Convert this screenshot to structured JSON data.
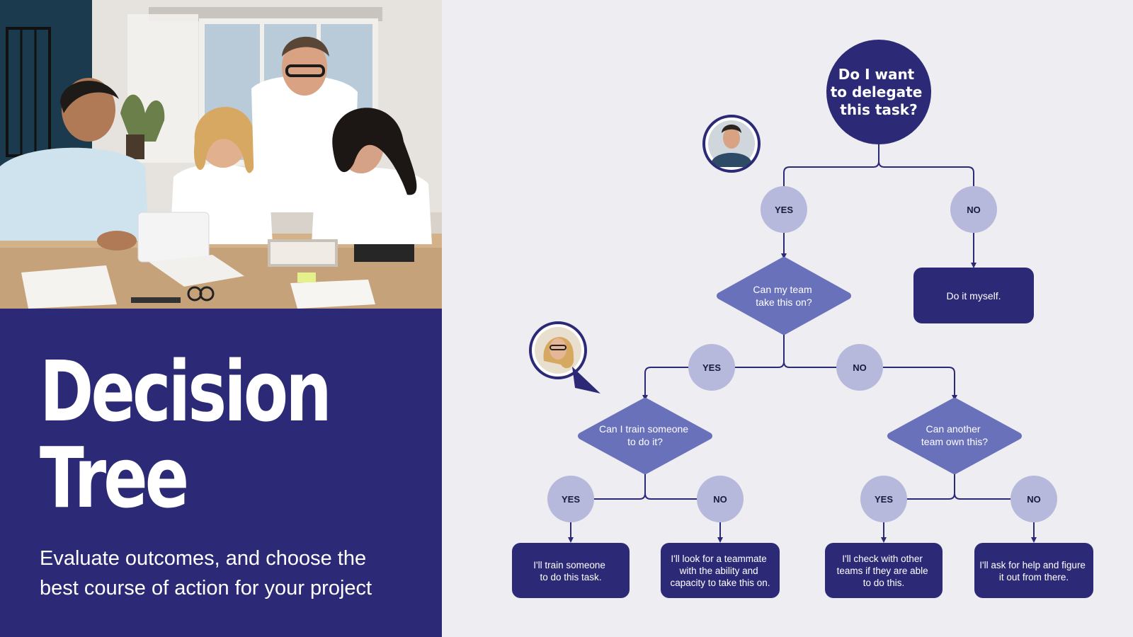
{
  "header": {
    "title_lines": [
      "Decision",
      "Tree"
    ],
    "subtitle": "Evaluate outcomes, and choose the best course of action for your project"
  },
  "colors": {
    "panel": "#2c2a77",
    "background": "#eeedf2",
    "diamond": "#6a71bb",
    "answer_circle": "#b6b9dc",
    "result_box": "#2c2a77",
    "line": "#2c2a77"
  },
  "tree": {
    "root": [
      "Do I want",
      "to delegate",
      "this task?"
    ],
    "root_yes": "YES",
    "root_no": "NO",
    "q1": [
      "Can my team",
      "take this on?"
    ],
    "r_root_no": [
      "Do it myself."
    ],
    "q1_yes": "YES",
    "q1_no": "NO",
    "q2": [
      "Can I train someone",
      "to do it?"
    ],
    "q3": [
      "Can another",
      "team own this?"
    ],
    "q2_yes": "YES",
    "q2_no": "NO",
    "q3_yes": "YES",
    "q3_no": "NO",
    "r1": [
      "I'll train someone",
      "to do this task."
    ],
    "r2": [
      "I'll look for a  teammate",
      "with the ability and",
      "capacity to take this on."
    ],
    "r3": [
      "I'll check with other",
      "teams if they are able",
      "to do this."
    ],
    "r4": [
      "I'll ask for help and figure",
      "it out from there."
    ]
  }
}
